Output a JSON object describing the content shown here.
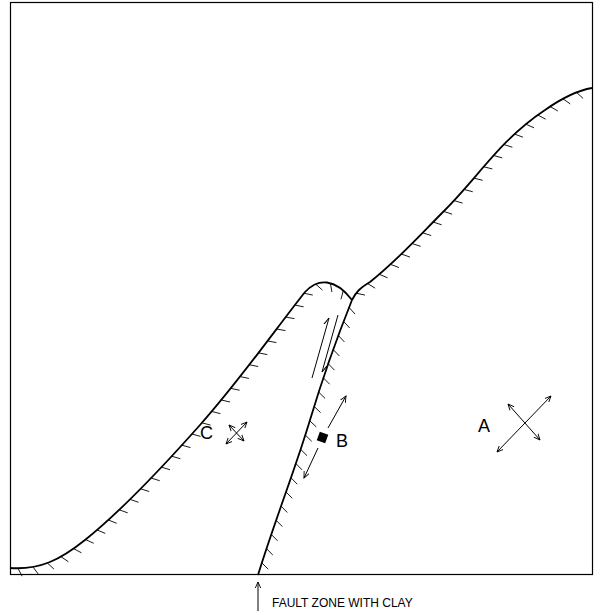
{
  "diagram": {
    "labels": [
      "C",
      "B",
      "A",
      "FAULT ZONE WITH CLAY"
    ]
  }
}
